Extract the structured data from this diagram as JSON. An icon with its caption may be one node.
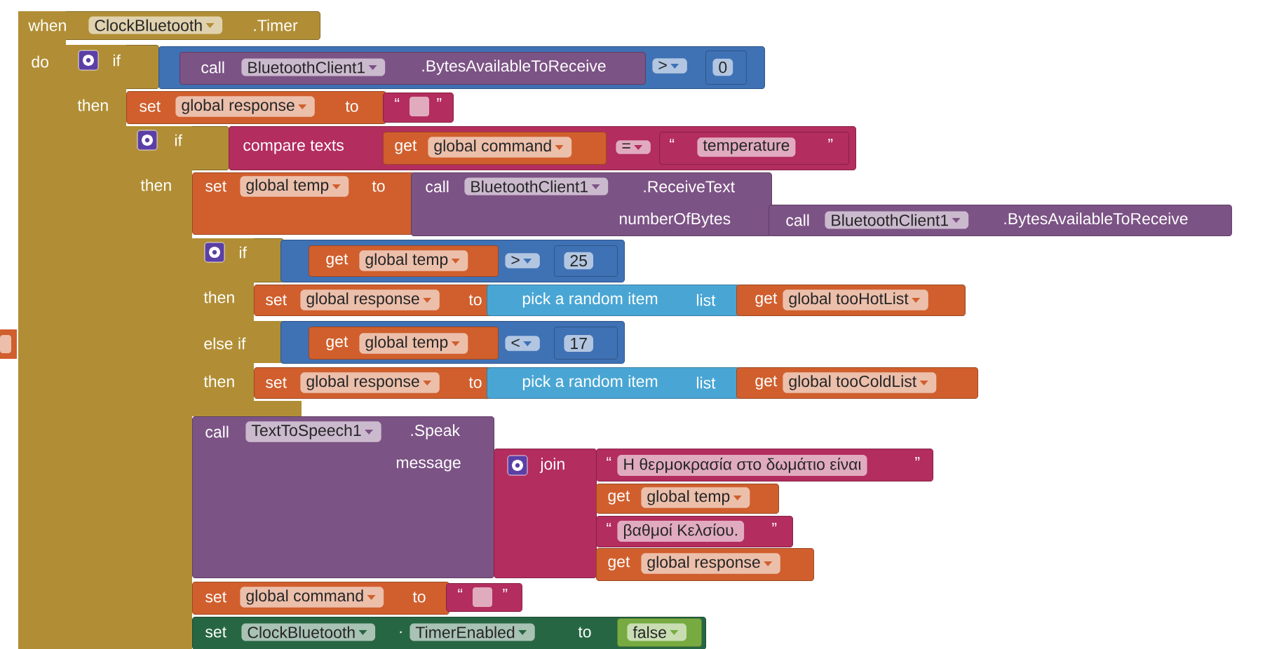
{
  "diagram": {
    "nodes": [
      {
        "text": [
          "when",
          "ClockBluetooth",
          ".Timer",
          "do"
        ]
      },
      {
        "text": [
          "if",
          "then"
        ],
        "in": 0
      },
      {
        "text": [
          ">"
        ]
      },
      {
        "text": [
          "call",
          "BluetoothClient1",
          ".BytesAvailableToReceive"
        ],
        "in": 2
      },
      {
        "text": [
          "0"
        ],
        "in": 2
      },
      {
        "text": [
          "set",
          "global response",
          "to"
        ]
      },
      {
        "text": [
          "“",
          "”"
        ]
      },
      {
        "text": [
          "if",
          "then"
        ],
        "in": 0
      },
      {
        "text": [
          "compare texts",
          "="
        ]
      },
      {
        "text": [
          "get",
          "global command"
        ],
        "in": 8
      },
      {
        "text": [
          "“",
          "temperature",
          "”"
        ],
        "in": 8
      },
      {
        "text": [
          "set",
          "global temp",
          "to"
        ]
      },
      {
        "text": [
          "call",
          "BluetoothClient1",
          ".ReceiveText",
          "numberOfBytes"
        ]
      },
      {
        "text": [
          "call",
          "BluetoothClient1",
          ".BytesAvailableToReceive"
        ]
      },
      {
        "text": [
          "if",
          "then",
          "else if",
          "then"
        ],
        "in": 0
      },
      {
        "text": [
          ">"
        ]
      },
      {
        "text": [
          "get",
          "global temp"
        ],
        "in": 15
      },
      {
        "text": [
          "25"
        ],
        "in": 15
      },
      {
        "text": [
          "set",
          "global response",
          "to"
        ]
      },
      {
        "text": [
          "pick a random item",
          "list"
        ]
      },
      {
        "text": [
          "get",
          "global tooHotList"
        ]
      },
      {
        "text": [
          "<"
        ]
      },
      {
        "text": [
          "get",
          "global temp"
        ],
        "in": 21
      },
      {
        "text": [
          "17"
        ],
        "in": 21
      },
      {
        "text": [
          "set",
          "global response",
          "to"
        ]
      },
      {
        "text": [
          "pick a random item",
          "list"
        ]
      },
      {
        "text": [
          "get",
          "global tooColdList"
        ]
      },
      {
        "text": [
          "call",
          "TextToSpeech1",
          ".Speak",
          "message"
        ]
      },
      {
        "text": [
          "join"
        ]
      },
      {
        "text": [
          "“",
          "Η θερμοκρασία στο δωμάτιο είναι",
          "”"
        ]
      },
      {
        "text": [
          "get",
          "global temp"
        ]
      },
      {
        "text": [
          "“",
          "βαθμοί Κελσίου.",
          "”"
        ]
      },
      {
        "text": [
          "get",
          "global response"
        ]
      },
      {
        "text": [
          "set",
          "global command",
          "to"
        ]
      },
      {
        "text": [
          "“",
          "”"
        ]
      },
      {
        "text": [
          "set",
          "ClockBluetooth",
          ".",
          "TimerEnabled",
          "to"
        ]
      },
      {
        "text": [
          "false"
        ],
        "in": 35
      }
    ]
  }
}
